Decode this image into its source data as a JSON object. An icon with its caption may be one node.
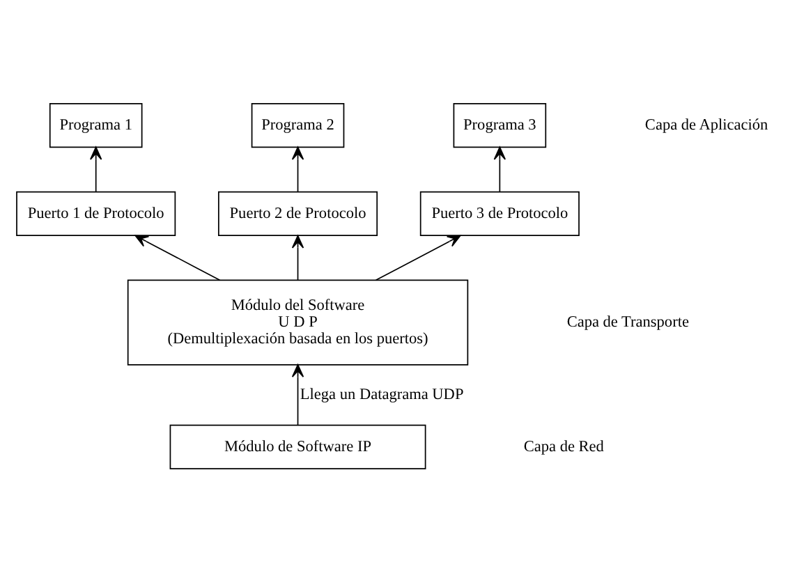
{
  "diagram": {
    "nodes": [
      {
        "text": [
          "Programa 1"
        ]
      },
      {
        "text": [
          "Programa 2"
        ]
      },
      {
        "text": [
          "Programa 3"
        ]
      },
      {
        "text": [
          "Puerto 1 de Protocolo"
        ]
      },
      {
        "text": [
          "Puerto 2 de Protocolo"
        ]
      },
      {
        "text": [
          "Puerto 3 de Protocolo"
        ]
      },
      {
        "text": [
          "Módulo del Software",
          "U D P",
          "(Demultiplexación basada en los puertos)"
        ]
      },
      {
        "text": [
          "Módulo de Software IP"
        ]
      }
    ],
    "edges": [
      {
        "from": 3,
        "to": 0,
        "arrow": "to"
      },
      {
        "from": 4,
        "to": 1,
        "arrow": "to"
      },
      {
        "from": 5,
        "to": 2,
        "arrow": "to"
      },
      {
        "from": 6,
        "to": 3,
        "arrow": "to"
      },
      {
        "from": 6,
        "to": 4,
        "arrow": "to"
      },
      {
        "from": 6,
        "to": 5,
        "arrow": "to"
      },
      {
        "from": 7,
        "to": 6,
        "arrow": "to",
        "label": "Llega un Datagrama UDP"
      }
    ],
    "labels": [
      "Capa de Aplicación",
      "Capa de Transporte",
      "Capa de Red"
    ]
  }
}
